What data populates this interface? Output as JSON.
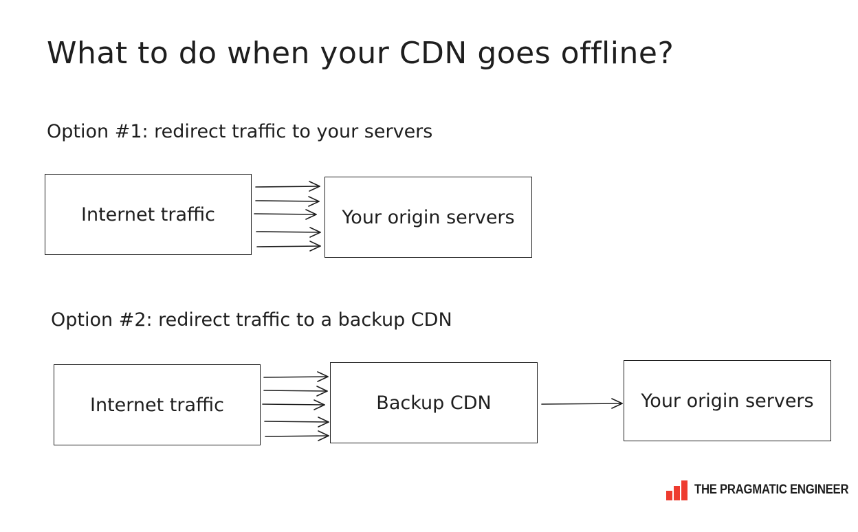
{
  "title": "What to do when your CDN goes offline?",
  "option1": {
    "heading": "Option #1: redirect traffic to your servers",
    "source_box": "Internet traffic",
    "target_box": "Your origin servers"
  },
  "option2": {
    "heading": "Option #2: redirect traffic to a backup CDN",
    "source_box": "Internet traffic",
    "middle_box": "Backup CDN",
    "target_box": "Your origin servers"
  },
  "branding": {
    "name": "THE PRAGMATIC ENGINEER",
    "logo_icon": "bar-chart-logo-icon",
    "logo_color": "#ee3b2f"
  }
}
